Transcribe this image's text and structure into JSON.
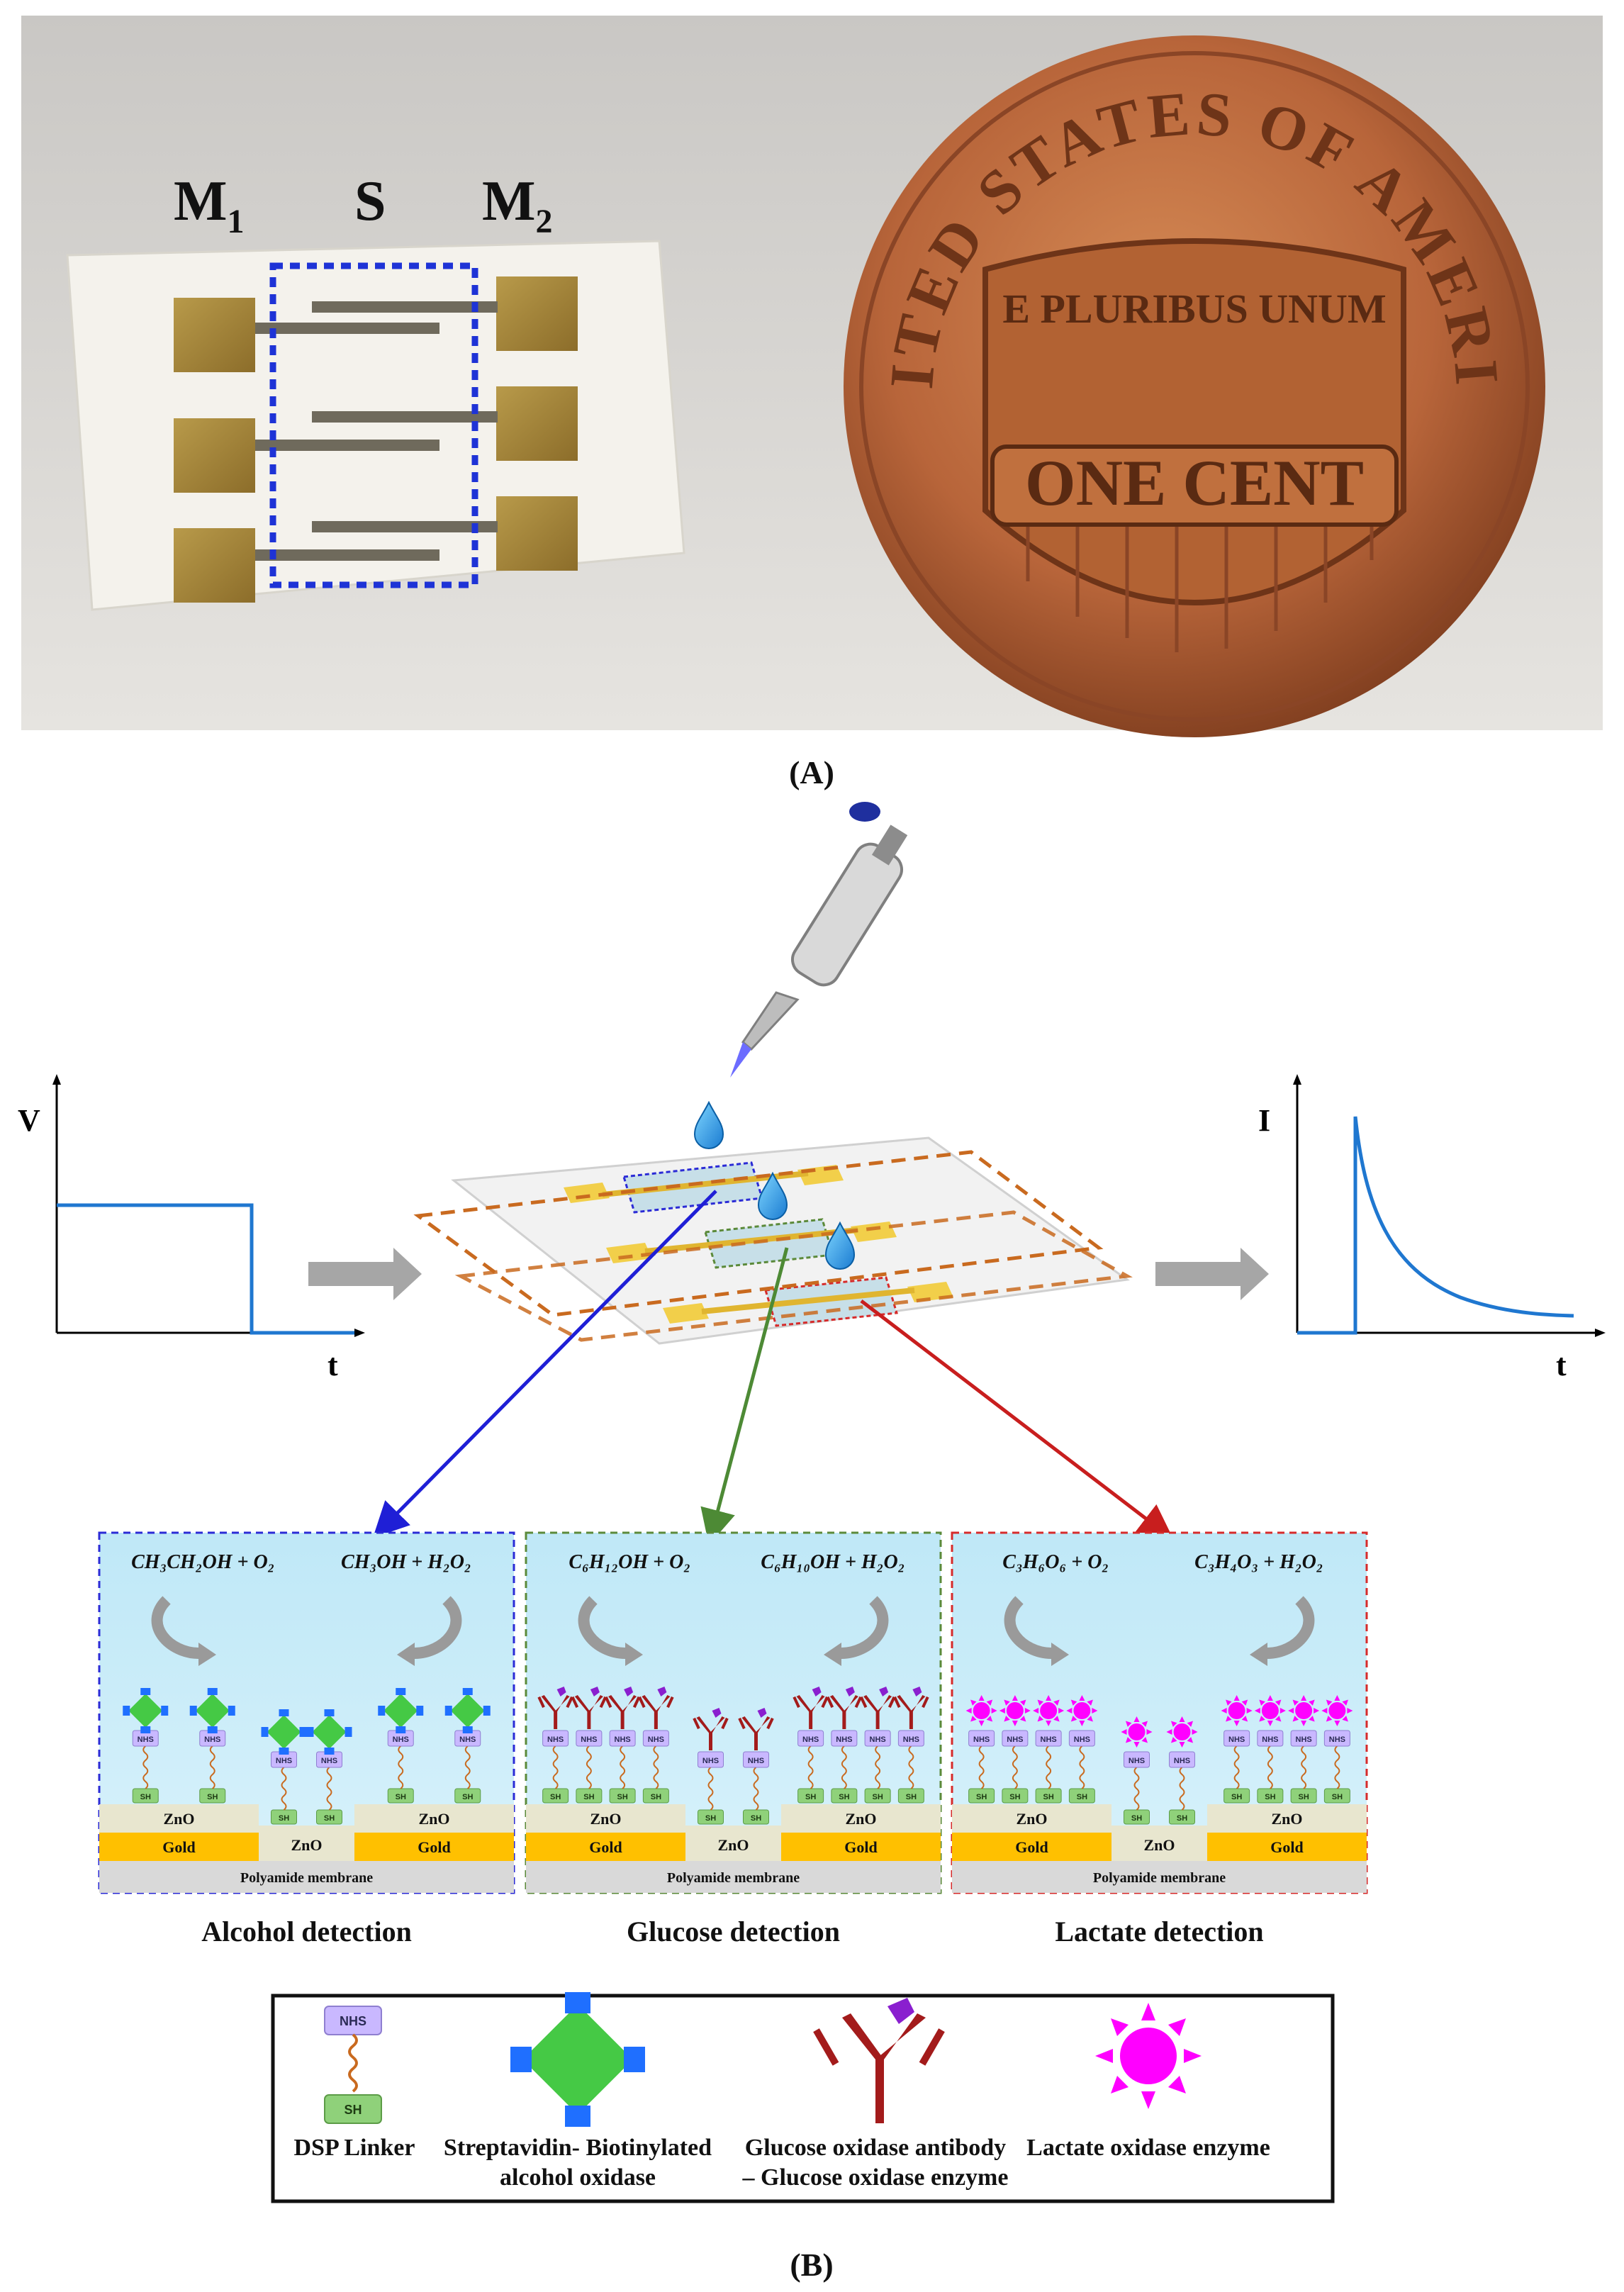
{
  "panel_a": {
    "caption": "(A)",
    "sensor_labels": {
      "m1": "M",
      "m1_sub": "1",
      "s": "S",
      "m2": "M",
      "m2_sub": "2"
    },
    "coin": {
      "rim_text": "UNITED STATES OF AMERICA",
      "motto": "E PLURIBUS UNUM",
      "denomination": "ONE CENT"
    }
  },
  "panel_b": {
    "caption": "(B)",
    "input_plot": {
      "ylabel": "V",
      "xlabel": "t"
    },
    "output_plot": {
      "ylabel": "I",
      "xlabel": "t"
    },
    "boxes": [
      {
        "title": "Alcohol detection",
        "eq_left": "CH₃CH₂OH + O₂",
        "eq_right": "CH₃OH + H₂O₂",
        "border_color": "#2b2bd6",
        "arrow_color": "#1f1fd6",
        "receptor": "streptavidin"
      },
      {
        "title": "Glucose detection",
        "eq_left": "C₆H₁₂OH + O₂",
        "eq_right": "C₆H₁₀OH + H₂O₂",
        "border_color": "#5b8a3a",
        "arrow_color": "#4d8a35",
        "receptor": "antibody"
      },
      {
        "title": "Lactate detection",
        "eq_left": "C₃H₆O₆ + O₂",
        "eq_right": "C₃H₄O₃ + H₂O₂",
        "border_color": "#d62b2b",
        "arrow_color": "#c81e1e",
        "receptor": "lactate"
      }
    ],
    "layers": {
      "zno": "ZnO",
      "gold": "Gold",
      "membrane": "Polyamide membrane",
      "nhs": "NHS",
      "sh": "SH"
    },
    "legend": [
      {
        "label": "DSP Linker"
      },
      {
        "label": "Streptavidin- Biotinylated alcohol oxidase"
      },
      {
        "label": "Glucose oxidase antibody – Glucose oxidase enzyme"
      },
      {
        "label": "Lactate oxidase enzyme"
      }
    ],
    "colors": {
      "gold": "#ffc000",
      "zno": "#e8e6cf",
      "membrane": "#d9d9d9",
      "nhs": "#c9b8ff",
      "sh": "#8fd17a",
      "streptavidin_center": "#45c945",
      "streptavidin_arm": "#1f6fff",
      "antibody": "#a31b1b",
      "enzyme_purple": "#8a1fcf",
      "lactate": "#ff00ff",
      "plot_line": "#1f77d0"
    }
  }
}
